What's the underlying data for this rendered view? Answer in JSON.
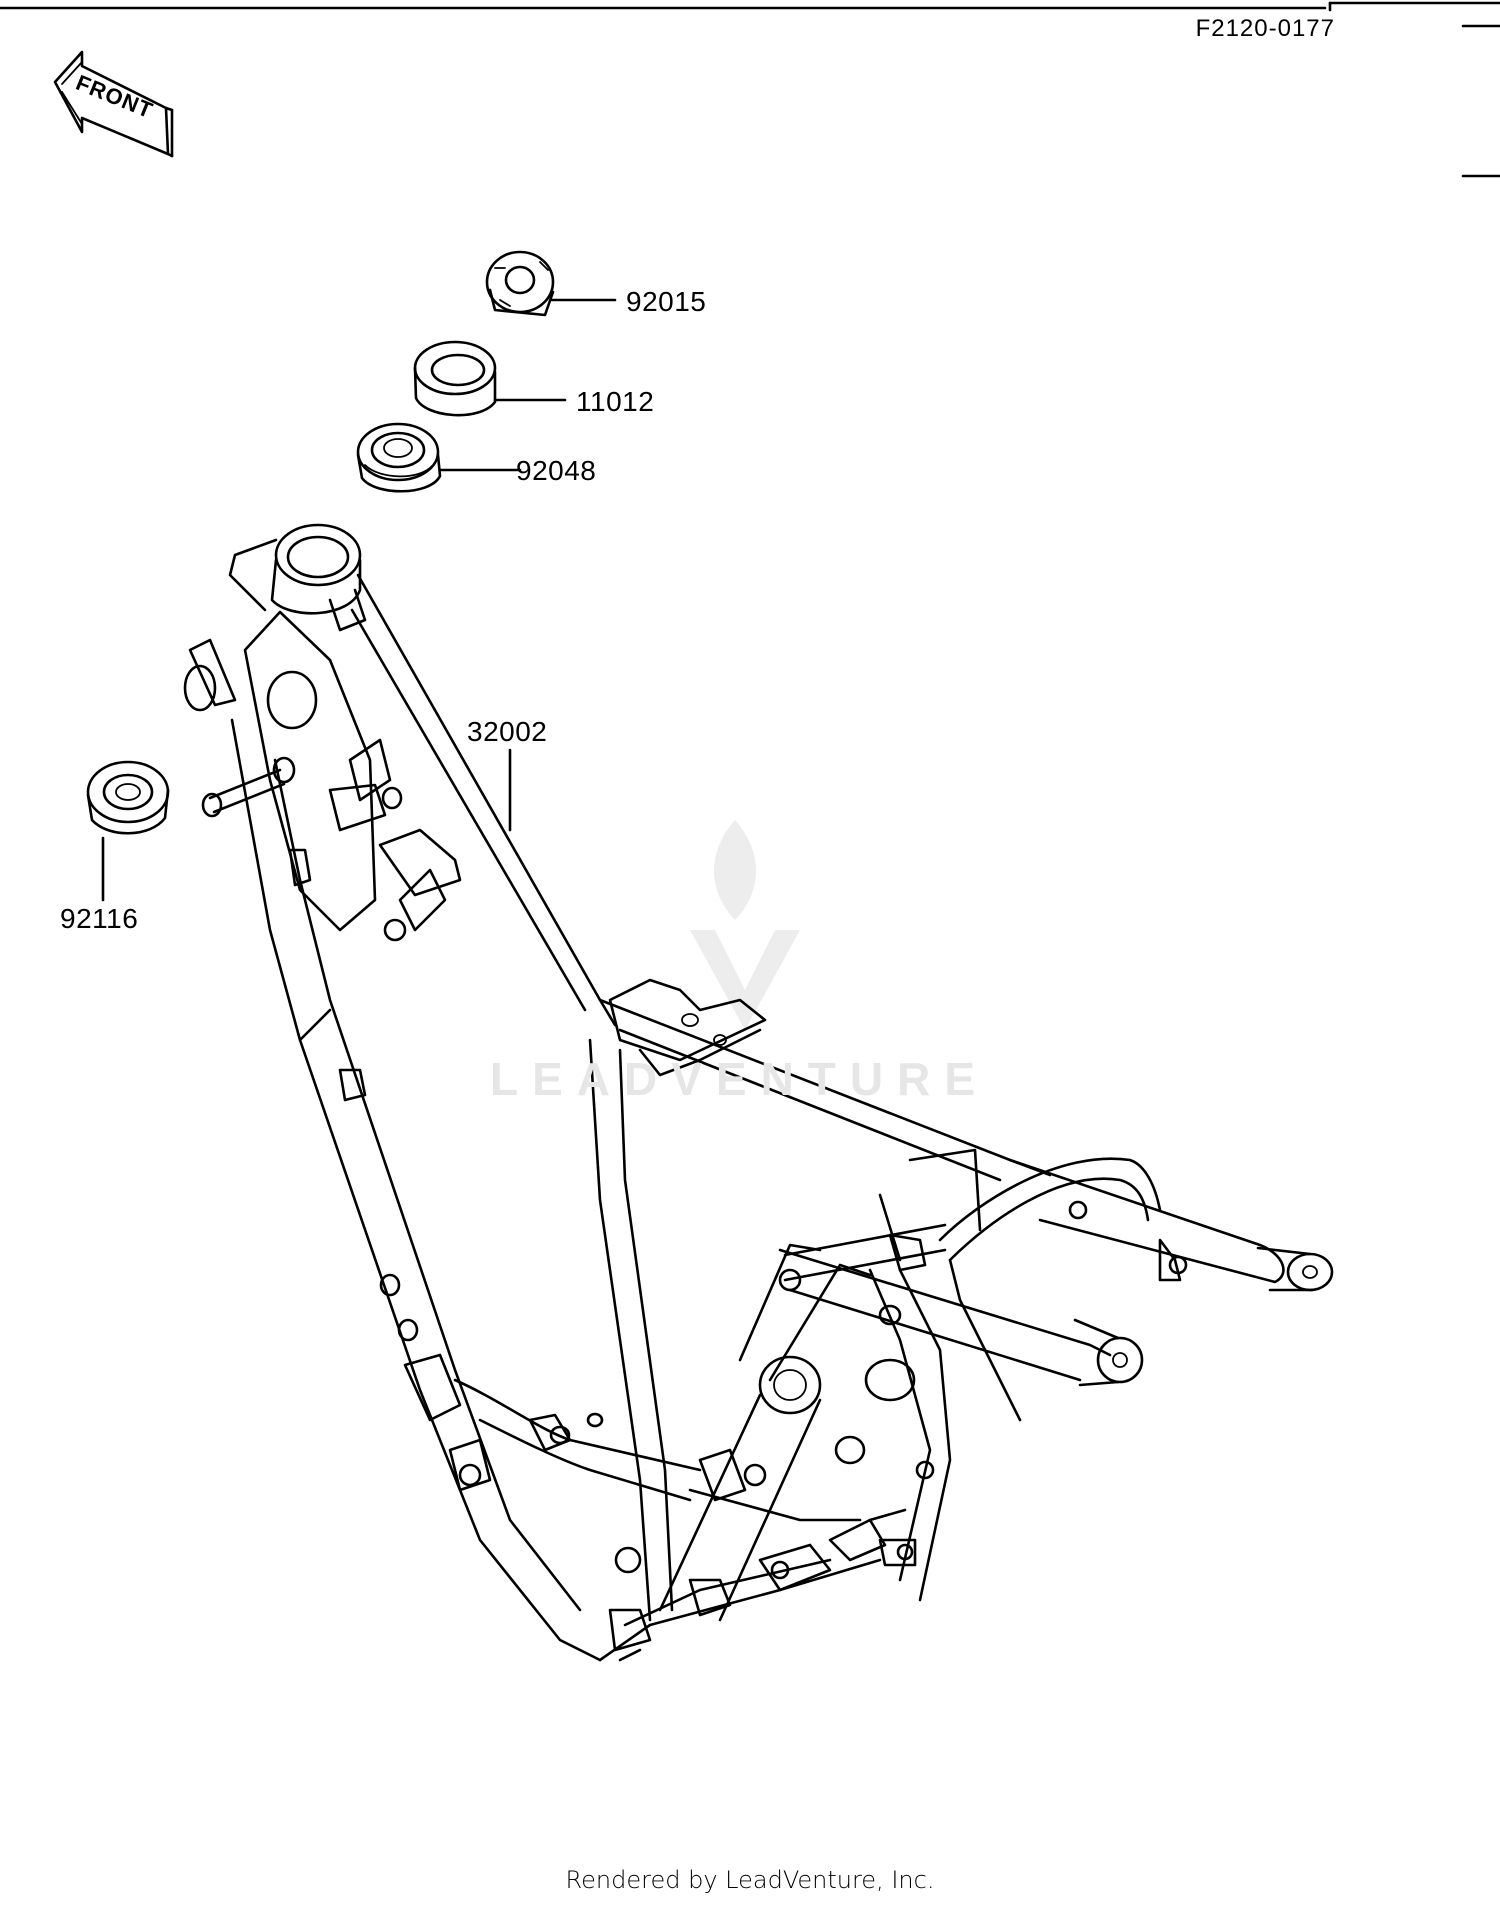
{
  "diagram_code": "F2120-0177",
  "front_marker": "FRONT",
  "parts": [
    {
      "id": "p1",
      "number": "92015"
    },
    {
      "id": "p2",
      "number": "11012"
    },
    {
      "id": "p3",
      "number": "92048"
    },
    {
      "id": "p4",
      "number": "32002"
    },
    {
      "id": "p5",
      "number": "92116"
    }
  ],
  "watermark": "LEADVENTURE",
  "footer": "Rendered by LeadVenture, Inc."
}
